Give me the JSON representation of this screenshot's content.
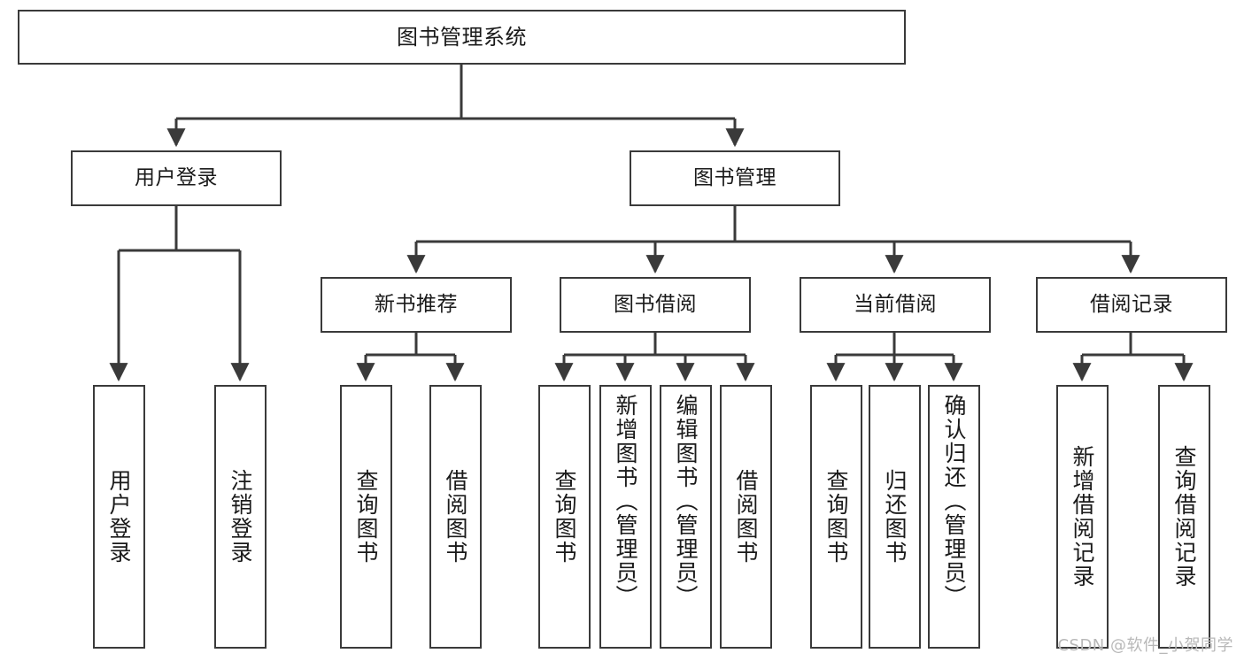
{
  "diagram": {
    "title": "图书管理系统",
    "type": "tree",
    "colors": {
      "box_border": "#3a3a3a",
      "box_fill": "#ffffff",
      "connector": "#3a3a3a",
      "text": "#1a1a1a",
      "watermark": "#b8b8b8"
    },
    "nodes": {
      "root": {
        "label": "图书管理系统"
      },
      "level2": [
        {
          "id": "user-login",
          "label": "用户登录"
        },
        {
          "id": "book-manage",
          "label": "图书管理"
        }
      ],
      "level3": [
        {
          "id": "new-book-recommend",
          "label": "新书推荐"
        },
        {
          "id": "book-borrow",
          "label": "图书借阅"
        },
        {
          "id": "current-borrow",
          "label": "当前借阅"
        },
        {
          "id": "borrow-record",
          "label": "借阅记录"
        }
      ],
      "leaves": {
        "user-login": [
          {
            "id": "leaf-user-login",
            "label": "用户登录"
          },
          {
            "id": "leaf-logout",
            "label": "注销登录"
          }
        ],
        "new-book-recommend": [
          {
            "id": "leaf-query-book-1",
            "label": "查询图书"
          },
          {
            "id": "leaf-borrow-book-1",
            "label": "借阅图书"
          }
        ],
        "book-borrow": [
          {
            "id": "leaf-query-book-2",
            "label": "查询图书"
          },
          {
            "id": "leaf-add-book",
            "label": "新增图书（管理员）"
          },
          {
            "id": "leaf-edit-book",
            "label": "编辑图书（管理员）"
          },
          {
            "id": "leaf-borrow-book-2",
            "label": "借阅图书"
          }
        ],
        "current-borrow": [
          {
            "id": "leaf-query-book-3",
            "label": "查询图书"
          },
          {
            "id": "leaf-return-book",
            "label": "归还图书"
          },
          {
            "id": "leaf-confirm-return",
            "label": "确认归还（管理员）"
          }
        ],
        "borrow-record": [
          {
            "id": "leaf-add-record",
            "label": "新增借阅记录"
          },
          {
            "id": "leaf-query-record",
            "label": "查询借阅记录"
          }
        ]
      }
    },
    "watermark": "CSDN @软件_小贺同学"
  }
}
